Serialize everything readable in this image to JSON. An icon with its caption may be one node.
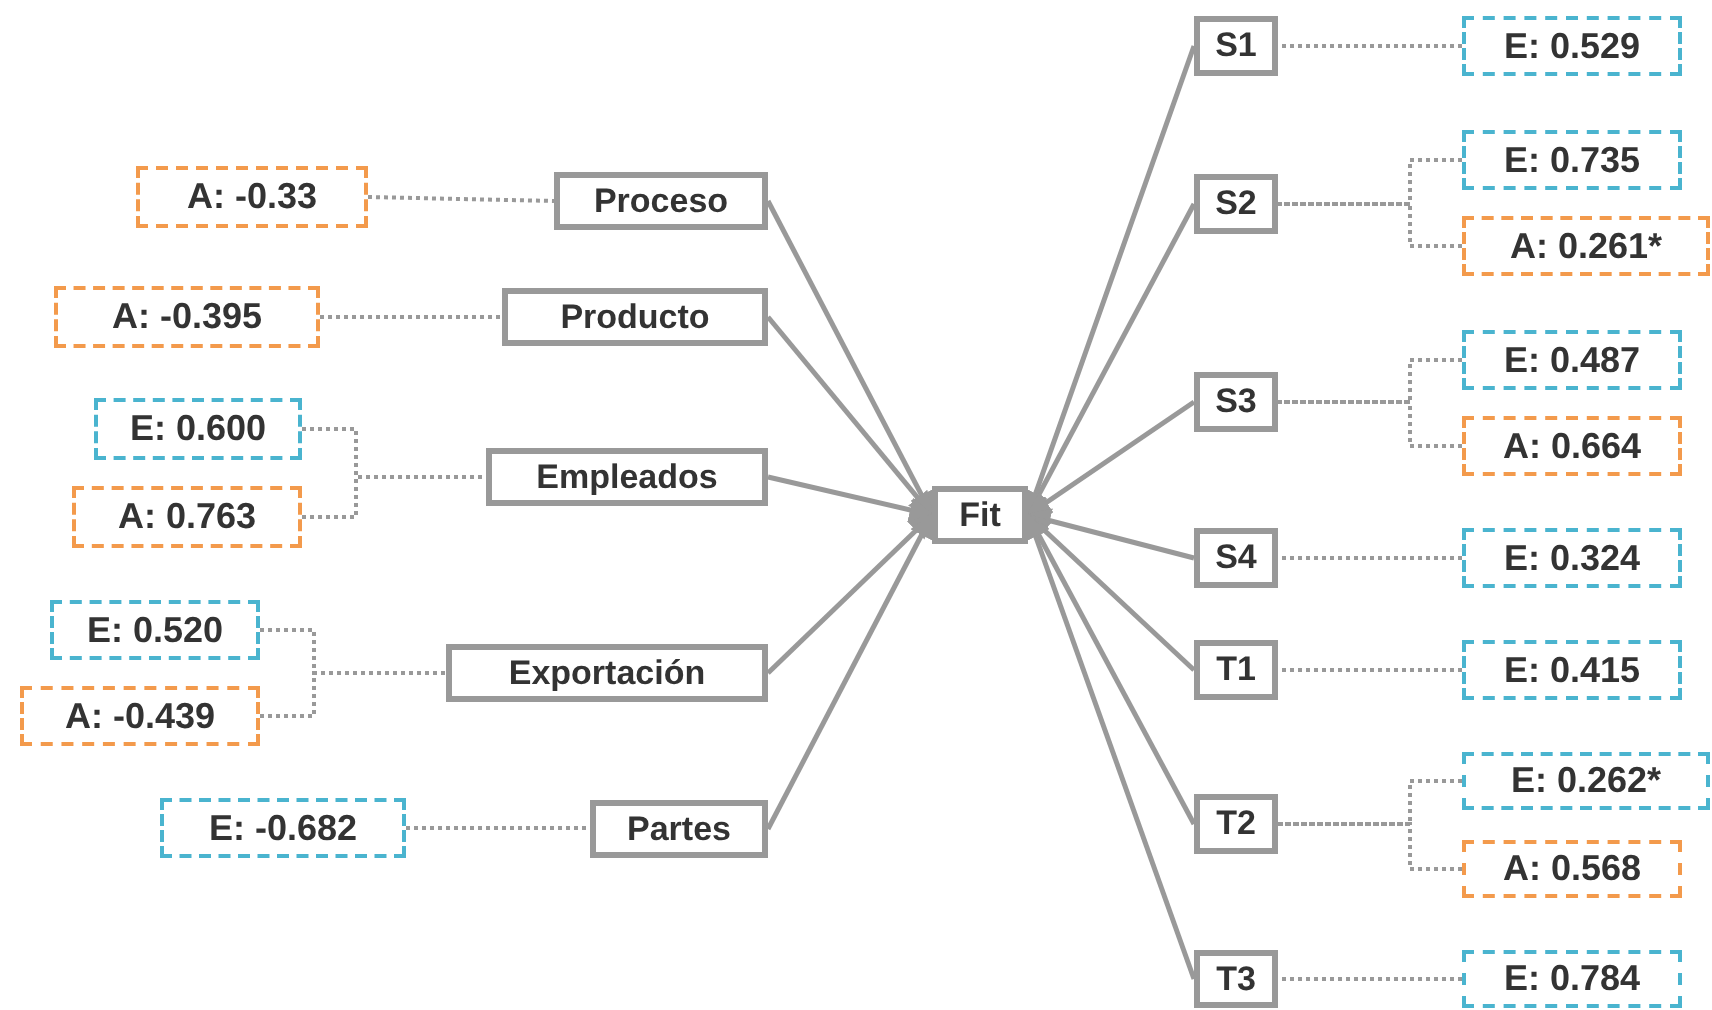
{
  "diagram": {
    "nodes": [
      {
        "text": [
          "Proceso"
        ]
      },
      {
        "text": [
          "Producto"
        ]
      },
      {
        "text": [
          "Empleados"
        ]
      },
      {
        "text": [
          "Exportación"
        ]
      },
      {
        "text": [
          "Partes"
        ]
      },
      {
        "text": [
          "Fit"
        ]
      },
      {
        "text": [
          "S1"
        ]
      },
      {
        "text": [
          "S2"
        ]
      },
      {
        "text": [
          "S3"
        ]
      },
      {
        "text": [
          "S4"
        ]
      },
      {
        "text": [
          "T1"
        ]
      },
      {
        "text": [
          "T2"
        ]
      },
      {
        "text": [
          "T3"
        ]
      },
      {
        "text": [
          "A: -0.33"
        ]
      },
      {
        "text": [
          "A: -0.395"
        ]
      },
      {
        "text": [
          "E: 0.600"
        ]
      },
      {
        "text": [
          "A: 0.763"
        ]
      },
      {
        "text": [
          "E: 0.520"
        ]
      },
      {
        "text": [
          "A: -0.439"
        ]
      },
      {
        "text": [
          "E: -0.682"
        ]
      },
      {
        "text": [
          "E: 0.529"
        ]
      },
      {
        "text": [
          "E: 0.735"
        ]
      },
      {
        "text": [
          "A: 0.261*"
        ]
      },
      {
        "text": [
          "E: 0.487"
        ]
      },
      {
        "text": [
          "A: 0.664"
        ]
      },
      {
        "text": [
          "E: 0.324"
        ]
      },
      {
        "text": [
          "E: 0.415"
        ]
      },
      {
        "text": [
          "E: 0.262*"
        ]
      },
      {
        "text": [
          "A: 0.568"
        ]
      },
      {
        "text": [
          "E: 0.784"
        ]
      }
    ],
    "edges": [
      {
        "from": 0,
        "to": 5,
        "arrow": "to"
      },
      {
        "from": 1,
        "to": 5,
        "arrow": "to"
      },
      {
        "from": 2,
        "to": 5,
        "arrow": "to"
      },
      {
        "from": 3,
        "to": 5,
        "arrow": "to"
      },
      {
        "from": 4,
        "to": 5,
        "arrow": "to"
      },
      {
        "from": 6,
        "to": 5,
        "arrow": "to"
      },
      {
        "from": 7,
        "to": 5,
        "arrow": "to"
      },
      {
        "from": 8,
        "to": 5,
        "arrow": "to"
      },
      {
        "from": 9,
        "to": 5,
        "arrow": "to"
      },
      {
        "from": 10,
        "to": 5,
        "arrow": "to"
      },
      {
        "from": 11,
        "to": 5,
        "arrow": "to"
      },
      {
        "from": 12,
        "to": 5,
        "arrow": "to"
      },
      {
        "from": 13,
        "to": 0,
        "arrow": "none",
        "style": "dashed"
      },
      {
        "from": 14,
        "to": 1,
        "arrow": "none",
        "style": "dashed"
      },
      {
        "from": 15,
        "to": 2,
        "arrow": "none",
        "style": "dashed"
      },
      {
        "from": 16,
        "to": 2,
        "arrow": "none",
        "style": "dashed"
      },
      {
        "from": 17,
        "to": 3,
        "arrow": "none",
        "style": "dashed"
      },
      {
        "from": 18,
        "to": 3,
        "arrow": "none",
        "style": "dashed"
      },
      {
        "from": 19,
        "to": 4,
        "arrow": "none",
        "style": "dashed"
      },
      {
        "from": 20,
        "to": 6,
        "arrow": "none",
        "style": "dashed"
      },
      {
        "from": 21,
        "to": 7,
        "arrow": "none",
        "style": "dashed"
      },
      {
        "from": 22,
        "to": 7,
        "arrow": "none",
        "style": "dashed"
      },
      {
        "from": 23,
        "to": 8,
        "arrow": "none",
        "style": "dashed"
      },
      {
        "from": 24,
        "to": 8,
        "arrow": "none",
        "style": "dashed"
      },
      {
        "from": 25,
        "to": 9,
        "arrow": "none",
        "style": "dashed"
      },
      {
        "from": 26,
        "to": 10,
        "arrow": "none",
        "style": "dashed"
      },
      {
        "from": 27,
        "to": 11,
        "arrow": "none",
        "style": "dashed"
      },
      {
        "from": 28,
        "to": 11,
        "arrow": "none",
        "style": "dashed"
      },
      {
        "from": 29,
        "to": 12,
        "arrow": "none",
        "style": "dashed"
      }
    ]
  }
}
